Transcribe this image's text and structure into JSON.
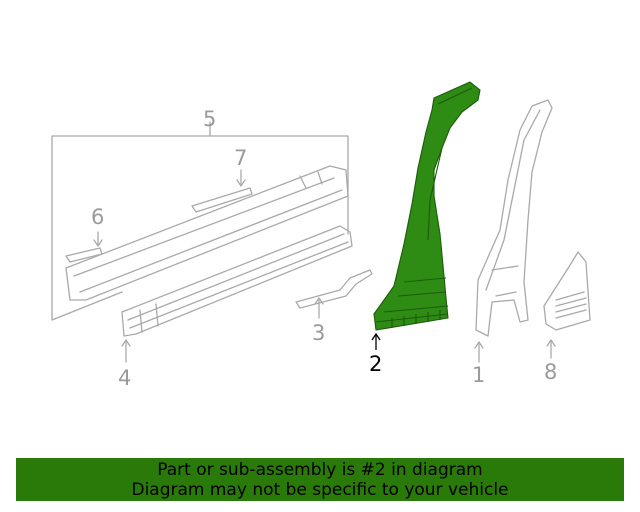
{
  "diagram": {
    "callouts": [
      "1",
      "2",
      "3",
      "4",
      "5",
      "6",
      "7",
      "8"
    ],
    "highlighted_callout": "2",
    "colors": {
      "highlight_part": "#2e8b14",
      "highlight_stroke": "#1d5c0a",
      "part_outline": "#a9a9a9",
      "callout_text": "#9a9a9a",
      "banner_background": "#2a7a0a"
    }
  },
  "banner": {
    "line1": "Part or sub-assembly is #2 in diagram",
    "line2": "Diagram may not be specific to your vehicle"
  }
}
